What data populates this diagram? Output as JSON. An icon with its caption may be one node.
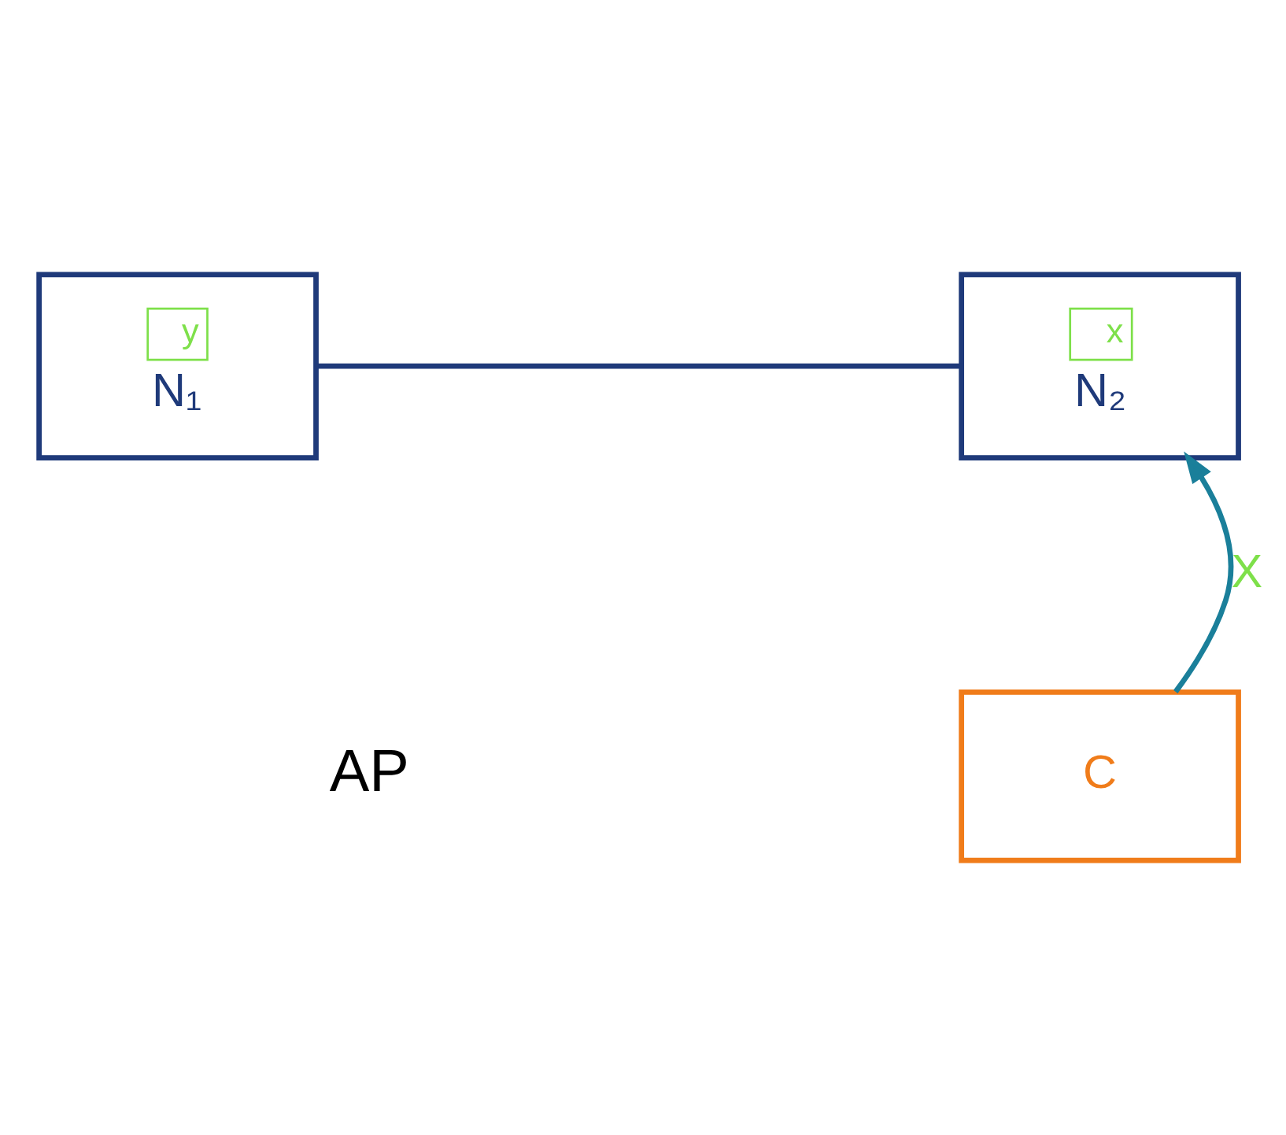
{
  "diagram": {
    "nodes": [
      {
        "text": [
          "y",
          "N₁"
        ]
      },
      {
        "text": [
          "x",
          "N₂"
        ]
      },
      {
        "text": [
          "C"
        ]
      }
    ],
    "edges": [
      {
        "from": 0,
        "to": 1,
        "arrow": "none",
        "color": "#1f3a7a"
      },
      {
        "from": 2,
        "to": 1,
        "arrow": "to",
        "label": "X",
        "color": "#1a7f9a"
      }
    ],
    "labels": [
      "AP"
    ]
  }
}
